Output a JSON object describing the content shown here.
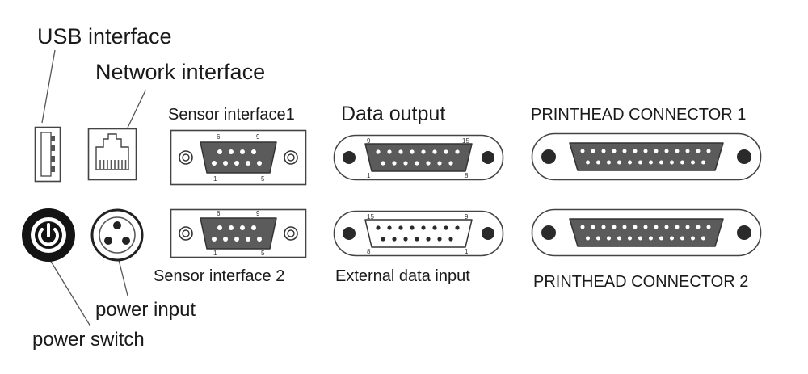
{
  "labels": {
    "usb_interface": "USB interface",
    "network_interface": "Network interface",
    "sensor_interface_1": "Sensor interface1",
    "data_output": "Data output",
    "printhead_connector_1": "PRINTHEAD CONNECTOR 1",
    "sensor_interface_2": "Sensor interface 2",
    "external_data_input": "External data input",
    "printhead_connector_2": "PRINTHEAD CONNECTOR 2",
    "power_input": "power input",
    "power_switch": "power switch"
  },
  "pin_numbers": {
    "sensor1": {
      "top_left": "6",
      "top_right": "9",
      "bottom_left": "1",
      "bottom_right": "5"
    },
    "sensor2": {
      "top_left": "6",
      "top_right": "9",
      "bottom_left": "1",
      "bottom_right": "5"
    },
    "data_output": {
      "top_left": "9",
      "top_right": "15",
      "bottom_left": "1",
      "bottom_right": "8"
    },
    "external_input": {
      "top_left": "15",
      "top_right": "9",
      "bottom_left": "8",
      "bottom_right": "1"
    }
  },
  "colors": {
    "outline": "#444444",
    "connector_fill": "#5b5b5b",
    "pin": "#ffffff",
    "screw": "#2a2a2a"
  },
  "icons": [
    "usb-port-icon",
    "rj45-port-icon",
    "power-button-icon",
    "power-socket-icon"
  ]
}
